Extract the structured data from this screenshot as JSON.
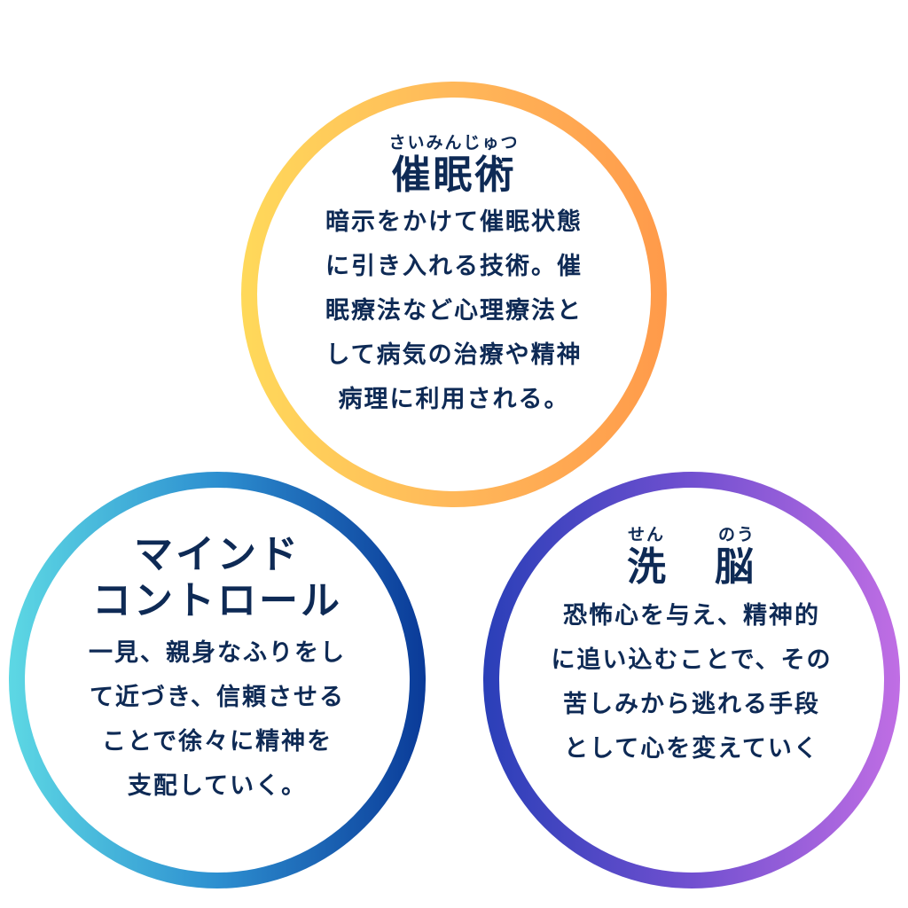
{
  "colors": {
    "text": "#0e2a55",
    "top_ring": [
      "#ffd95a",
      "#ffb85a",
      "#ff9a4a"
    ],
    "left_ring": [
      "#5dd8e4",
      "#2d8fd0",
      "#0a3a98"
    ],
    "right_ring": [
      "#2a3fb8",
      "#7150d0",
      "#c06ee4"
    ]
  },
  "hypnosis": {
    "ruby": "さいみんじゅつ",
    "title": "催眠術",
    "lines": [
      "暗示をかけて催眠状態",
      "に引き入れる技術。催",
      "眠療法など心理療法と",
      "して病気の治療や精神",
      "病理に利用される。"
    ]
  },
  "mind_control": {
    "title_lines": [
      "マインド",
      "コントロール"
    ],
    "lines": [
      "一見、親身なふりをし",
      "て近づき、信頼させる",
      "ことで徐々に精神を",
      "支配していく。"
    ]
  },
  "brainwashing": {
    "ruby": [
      "せん",
      "のう"
    ],
    "title": [
      "洗",
      "脳"
    ],
    "lines": [
      "恐怖心を与え、精神的",
      "に追い込むことで、その",
      "苦しみから逃れる手段",
      "として心を変えていく"
    ]
  }
}
